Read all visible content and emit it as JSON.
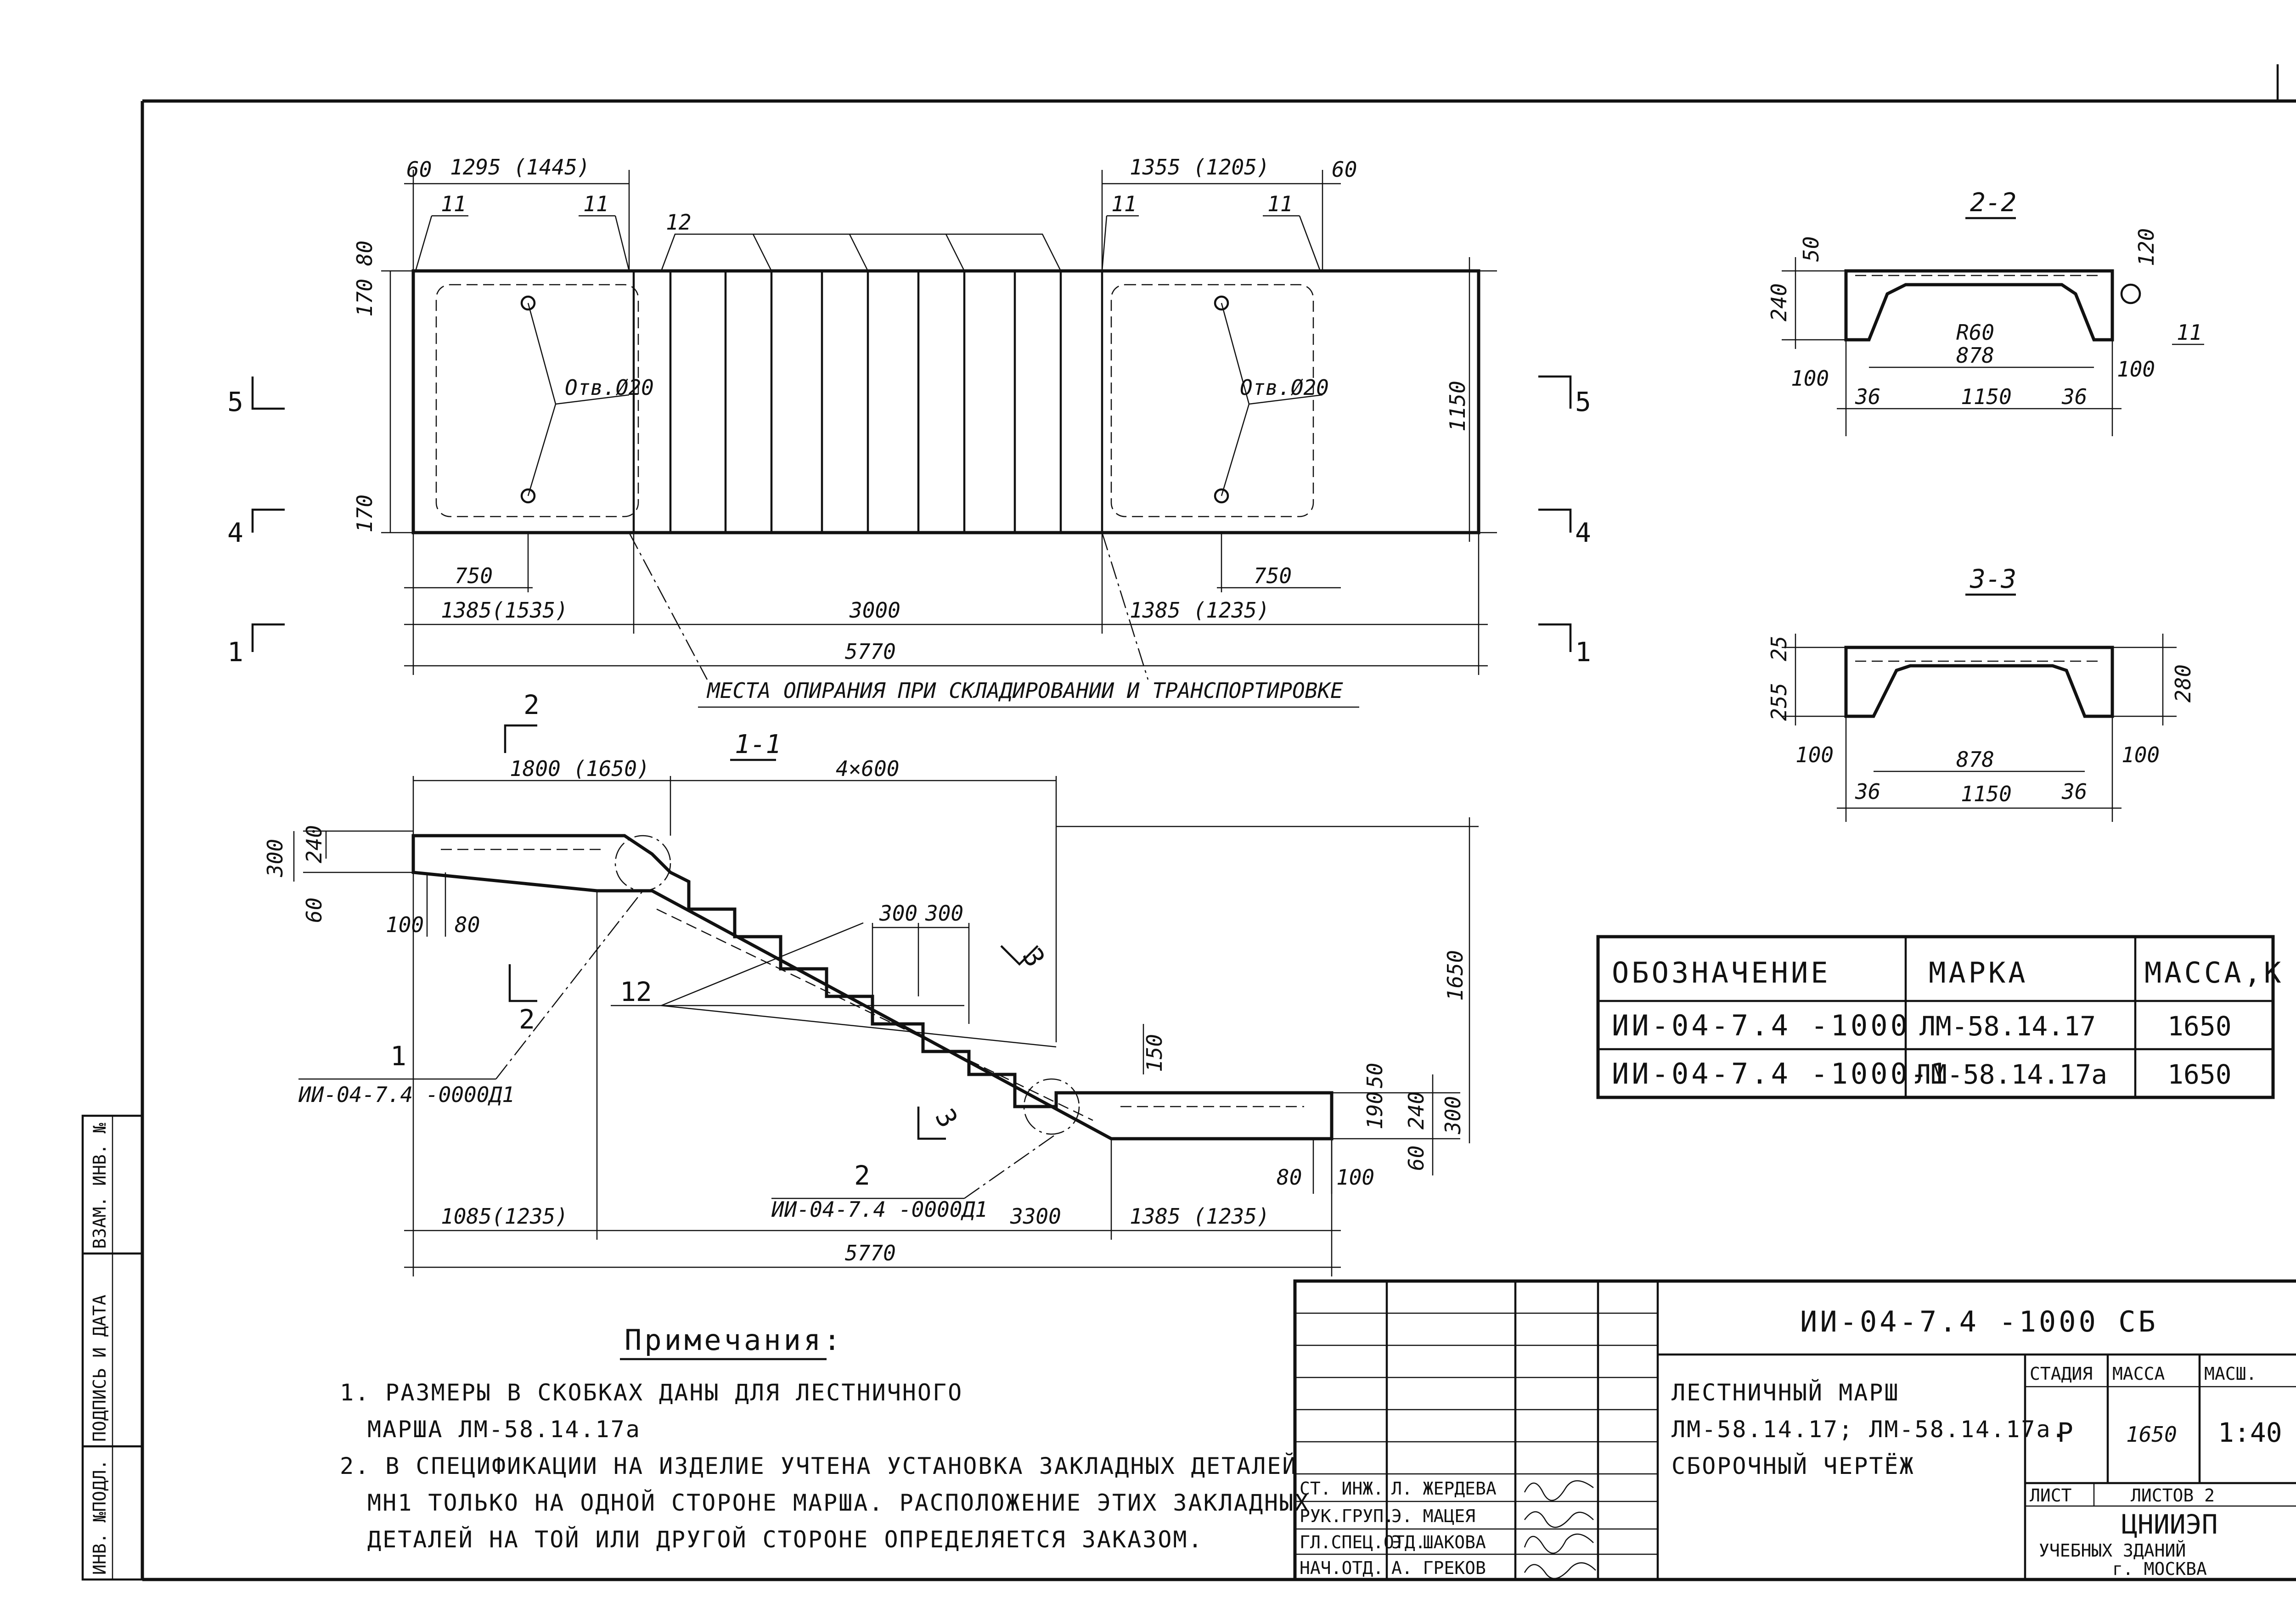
{
  "plan": {
    "dims_top": [
      "60",
      "1295 (1445)",
      "1355 (1205)",
      "60"
    ],
    "mark_11": "11",
    "mark_12": "12",
    "dims_left": [
      "170 80",
      "170"
    ],
    "holes_label": "Отв.Ø20",
    "height_label": "1150",
    "dims_bottom": [
      "750",
      "750",
      "1385(1535)",
      "3000",
      "1385 (1235)",
      "5770"
    ],
    "support_label": "МЕСТА ОПИРАНИЯ ПРИ СКЛАДИРОВАНИИ И ТРАНСПОРТИРОВКЕ",
    "section_marks_left": [
      "5",
      "4",
      "1"
    ],
    "section_marks_right": [
      "5",
      "4",
      "1"
    ]
  },
  "section11": {
    "title": "1-1",
    "cut2": "2",
    "dims_top": [
      "1800 (1650)",
      "4×600"
    ],
    "dims_left": [
      "300",
      "240",
      "60",
      "100",
      "80"
    ],
    "steps": [
      "300",
      "300"
    ],
    "cut3": "3",
    "mark_12": "12",
    "callout1_num": "1",
    "callout1_code": "ИИ-04-7.4 -0000Д1",
    "callout2_num": "2",
    "callout2_code": "ИИ-04-7.4 -0000Д1",
    "riser": "150",
    "height": "1650",
    "dims_right": [
      "50",
      "190",
      "240",
      "300",
      "60",
      "80",
      "100"
    ],
    "dims_bottom": [
      "1085(1235)",
      "3300",
      "1385 (1235)",
      "5770"
    ]
  },
  "section22": {
    "title": "2-2",
    "dims": [
      "50",
      "240",
      "120",
      "R60",
      "878",
      "100",
      "36",
      "1150",
      "36",
      "100",
      "11"
    ]
  },
  "section33": {
    "title": "3-3",
    "dims": [
      "255",
      "25",
      "280",
      "100",
      "878",
      "100",
      "36",
      "1150",
      "36"
    ]
  },
  "spec_table": {
    "headers": [
      "ОБОЗНАЧЕНИЕ",
      "МАРКА",
      "МАССА,К"
    ],
    "rows": [
      [
        "ИИ-04-7.4 -1000",
        "ЛМ-58.14.17",
        "1650"
      ],
      [
        "ИИ-04-7.4 -1000-1",
        "ЛМ-58.14.17а",
        "1650"
      ]
    ]
  },
  "notes": {
    "title": "Примечания:",
    "items": [
      "1. РАЗМЕРЫ В СКОБКАХ ДАНЫ ДЛЯ ЛЕСТНИЧНОГО",
      "МАРША ЛМ-58.14.17а",
      "2. В СПЕЦИФИКАЦИИ НА ИЗДЕЛИЕ УЧТЕНА УСТАНОВКА ЗАКЛАДНЫХ ДЕТАЛЕЙ",
      "МН1 ТОЛЬКО НА ОДНОЙ СТОРОНЕ МАРША. РАСПОЛОЖЕНИЕ ЭТИХ ЗАКЛАДНЫХ",
      "ДЕТАЛЕЙ НА ТОЙ ИЛИ ДРУГОЙ СТОРОНЕ ОПРЕДЕЛЯЕТСЯ ЗАКАЗОМ."
    ]
  },
  "title_block": {
    "code": "ИИ-04-7.4 -1000 СБ",
    "name_lines": [
      "ЛЕСТНИЧНЫЙ МАРШ",
      "ЛМ-58.14.17; ЛМ-58.14.17а.",
      "СБОРОЧНЫЙ ЧЕРТЁЖ"
    ],
    "col_stage": "СТАДИЯ",
    "col_mass": "МАССА",
    "col_scale": "МАСШ.",
    "stage": "Р",
    "mass": "1650",
    "scale": "1:40",
    "sheet": "ЛИСТ",
    "sheets": "ЛИСТОВ 2",
    "org": "ЦНИИЭП",
    "org2": "УЧЕБНЫХ ЗДАНИЙ",
    "city": "г. МОСКВА",
    "staff": [
      {
        "role": "СТ. ИНЖ.",
        "name": "Л. ЖЕРДЕВА"
      },
      {
        "role": "РУК.ГРУП.",
        "name": "Э. МАЦЕЯ"
      },
      {
        "role": "ГЛ.СПЕЦ.ОТД.",
        "name": "Э. ШАКОВА"
      },
      {
        "role": "НАЧ.ОТД.",
        "name": "А. ГРЕКОВ"
      }
    ]
  },
  "margin_stamp": [
    "ИНВ. №ПОДЛ.",
    "ПОДПИСЬ И ДАТА",
    "ВЗАМ. ИНВ. №"
  ]
}
